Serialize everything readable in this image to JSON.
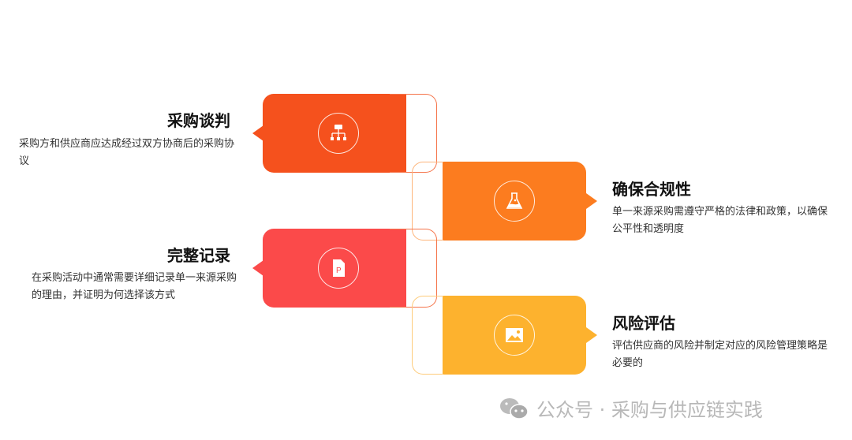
{
  "items": [
    {
      "title": "采购谈判",
      "desc": "采购方和供应商应达成经过双方协商后的采购协议",
      "color": "#F5511D",
      "icon": "hierarchy-icon"
    },
    {
      "title": "确保合规性",
      "desc": "单一来源采购需遵守严格的法律和政策，以确保公平性和透明度",
      "color": "#FC7C1F",
      "icon": "flask-icon"
    },
    {
      "title": "完整记录",
      "desc": "在采购活动中通常需要详细记录单一来源采购的理由，并证明为何选择该方式",
      "color": "#FB4A4A",
      "icon": "document-icon"
    },
    {
      "title": "风险评估",
      "desc": "评估供应商的风险并制定对应的风险管理策略是必要的",
      "color": "#FDB22E",
      "icon": "image-icon"
    }
  ],
  "watermark": "公众号 · 采购与供应链实践"
}
